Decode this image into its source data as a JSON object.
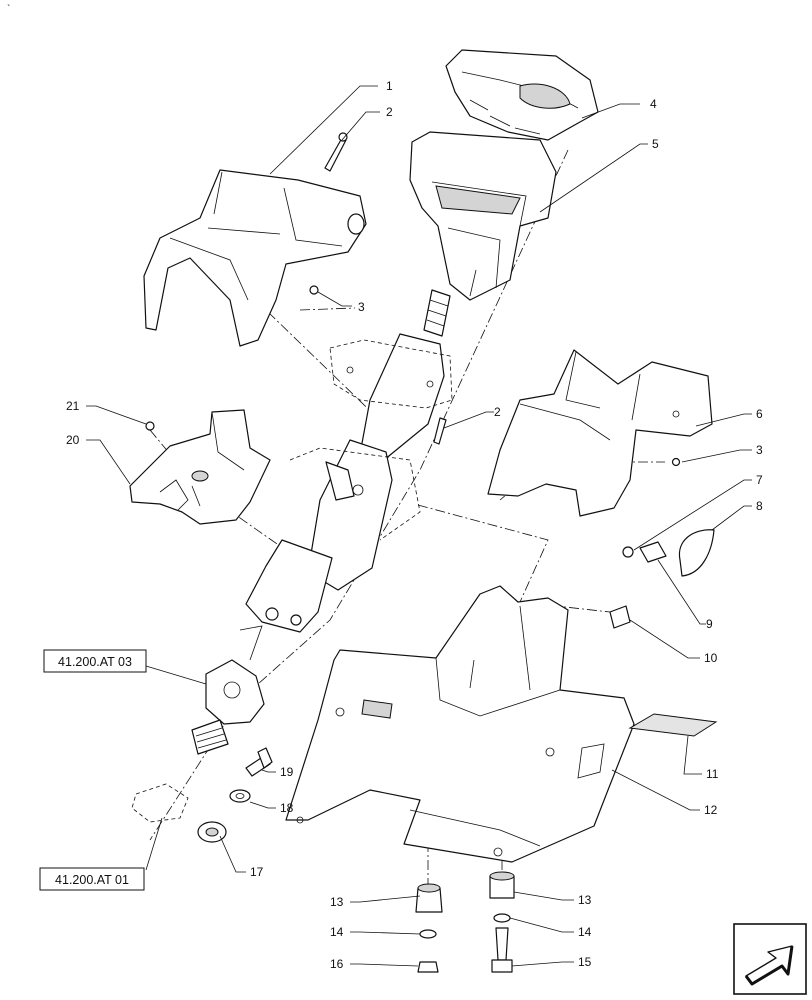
{
  "corner_mark": "`",
  "callouts": [
    {
      "id": "c1",
      "label": "1"
    },
    {
      "id": "c2a",
      "label": "2"
    },
    {
      "id": "c3a",
      "label": "3"
    },
    {
      "id": "c4",
      "label": "4"
    },
    {
      "id": "c5",
      "label": "5"
    },
    {
      "id": "c2b",
      "label": "2"
    },
    {
      "id": "c6",
      "label": "6"
    },
    {
      "id": "c3b",
      "label": "3"
    },
    {
      "id": "c7",
      "label": "7"
    },
    {
      "id": "c8",
      "label": "8"
    },
    {
      "id": "c9",
      "label": "9"
    },
    {
      "id": "c10",
      "label": "10"
    },
    {
      "id": "c11",
      "label": "11"
    },
    {
      "id": "c12",
      "label": "12"
    },
    {
      "id": "c13a",
      "label": "13"
    },
    {
      "id": "c13b",
      "label": "13"
    },
    {
      "id": "c14a",
      "label": "14"
    },
    {
      "id": "c14b",
      "label": "14"
    },
    {
      "id": "c15",
      "label": "15"
    },
    {
      "id": "c16",
      "label": "16"
    },
    {
      "id": "c17",
      "label": "17"
    },
    {
      "id": "c18",
      "label": "18"
    },
    {
      "id": "c19",
      "label": "19"
    },
    {
      "id": "c20",
      "label": "20"
    },
    {
      "id": "c21",
      "label": "21"
    }
  ],
  "references": [
    {
      "id": "r1",
      "label": "41.200.AT 03"
    },
    {
      "id": "r2",
      "label": "41.200.AT 01"
    }
  ],
  "nav_icon": "next-page-arrow-icon"
}
